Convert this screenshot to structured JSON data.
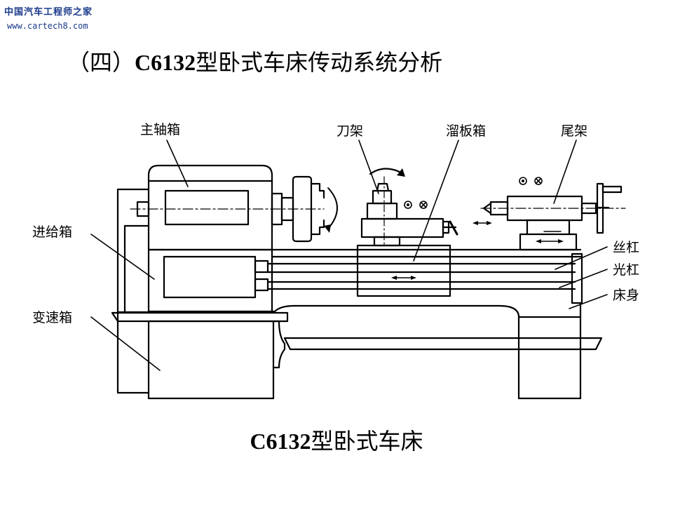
{
  "watermark": {
    "site_name": "中国汽车工程师之家",
    "url": "www.cartech8.com"
  },
  "title": {
    "prefix": "（四）",
    "model": "C6132",
    "suffix": "型卧式车床传动系统分析"
  },
  "caption": {
    "model": "C6132",
    "suffix": "型卧式车床"
  },
  "labels": {
    "headstock": "主轴箱",
    "tool_post": "刀架",
    "apron": "溜板箱",
    "tailstock": "尾架",
    "feed_box": "进给箱",
    "gear_box": "变速箱",
    "lead_screw": "丝杠",
    "feed_rod": "光杠",
    "bed": "床身"
  },
  "colors": {
    "line": "#000000",
    "background": "#ffffff",
    "watermark": "#1a3a8a"
  }
}
